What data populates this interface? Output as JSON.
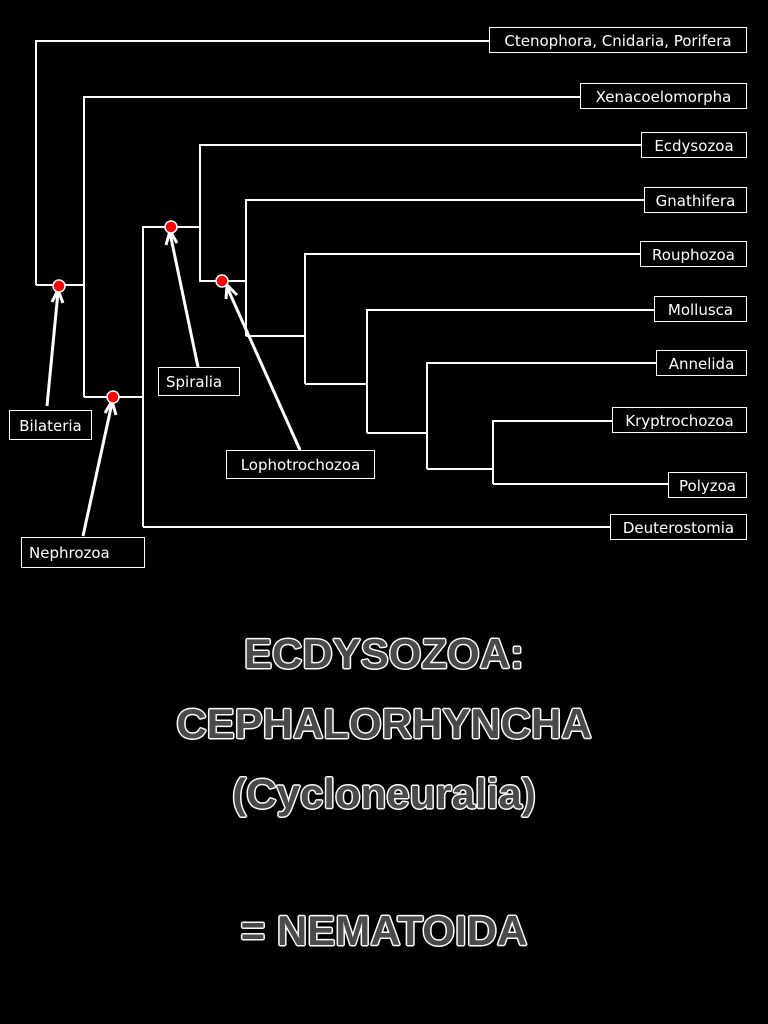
{
  "colors": {
    "background": "#000000",
    "line": "#ffffff",
    "node": "#ff0000",
    "title_fill": "#4a4a4a",
    "title_outline": "#ffffff"
  },
  "taxa": [
    "Ctenophora, Cnidaria, Porifera",
    "Xenacoelomorpha",
    "Ecdysozoa",
    "Gnathifera",
    "Rouphozoa",
    "Mollusca",
    "Annelida",
    "Kryptrochozoa",
    "Polyzoa",
    "Deuterostomia"
  ],
  "clades": {
    "bilateria": "Bilateria",
    "nephrozoa": "Nephrozoa",
    "spiralia": "Spiralia",
    "lophotrochozoa": "Lophotrochozoa"
  },
  "title": {
    "line1": "ECDYSOZOA:",
    "line2": "CEPHALORHYNCHA",
    "line3": "(Cycloneuralia)",
    "line4": "= NEMATOIDA"
  }
}
